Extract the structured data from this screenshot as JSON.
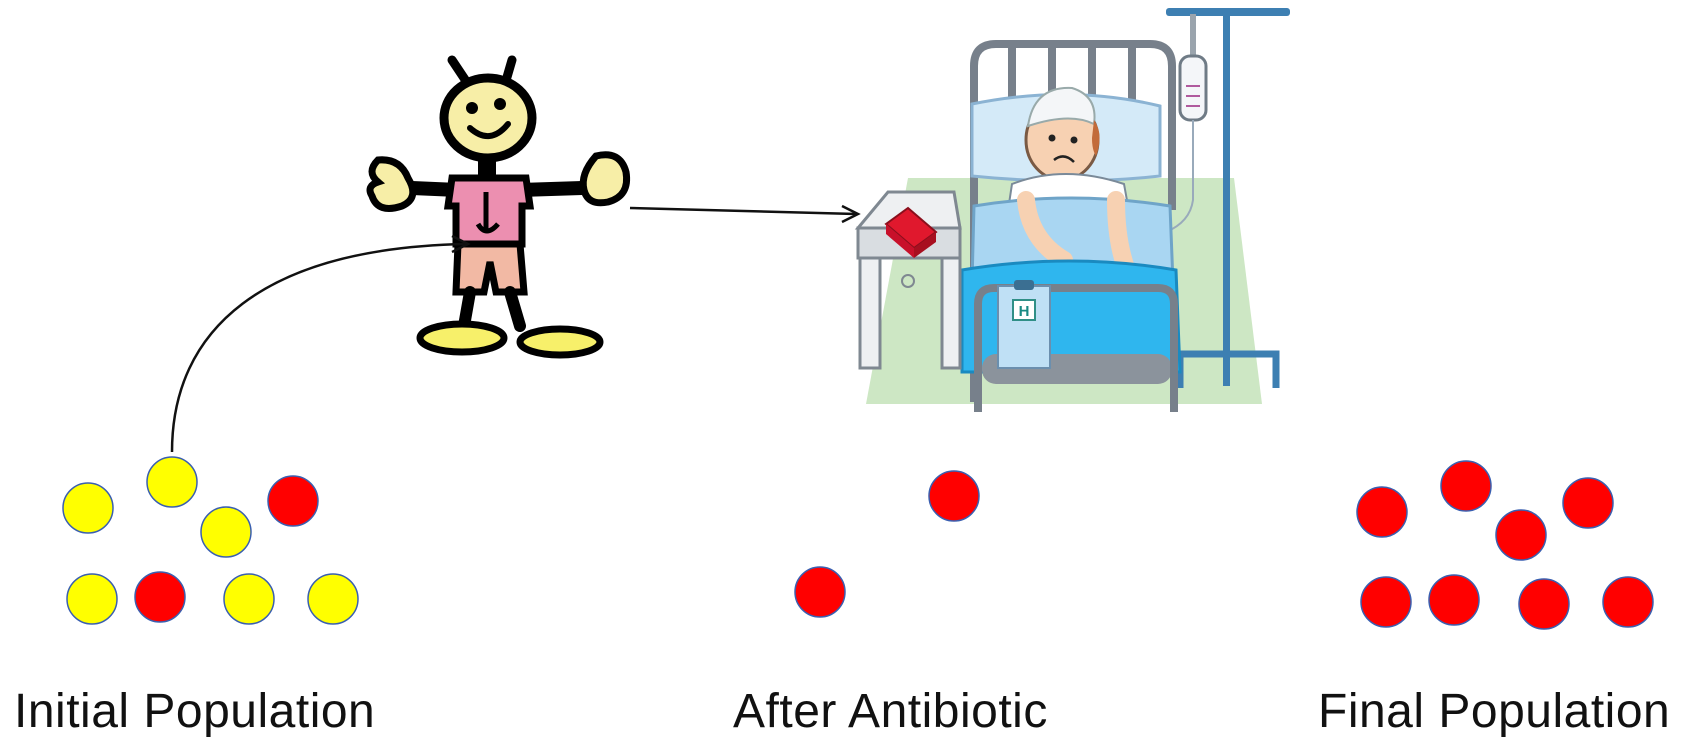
{
  "captions": {
    "initial": "Initial Population",
    "after": "After Antibiotic",
    "final": "Final Population"
  },
  "colors": {
    "susceptible": "#ffff00",
    "resistant": "#ff0000",
    "outline": "#3a5fb0",
    "arrow": "#111111"
  },
  "populations": {
    "initial": {
      "susceptible_count": 6,
      "resistant_count": 2
    },
    "after_antibiotic": {
      "susceptible_count": 0,
      "resistant_count": 2
    },
    "final": {
      "susceptible_count": 0,
      "resistant_count": 8
    }
  },
  "figures": {
    "carrier": "stick-figure-person",
    "hospital": "patient-in-hospital-bed",
    "chart_badge": "H"
  }
}
